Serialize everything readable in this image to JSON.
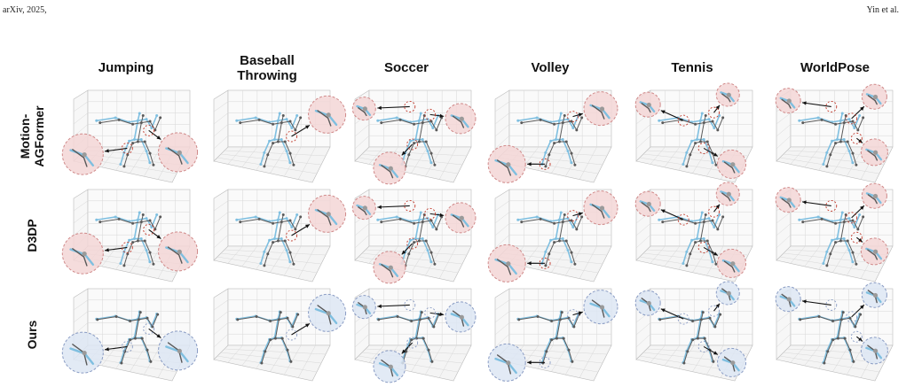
{
  "header": {
    "left": "arXiv, 2025,",
    "right": "Yin et al."
  },
  "columns": [
    [
      "Jumping"
    ],
    [
      "Baseball",
      "Throwing"
    ],
    [
      "Soccer"
    ],
    [
      "Volley"
    ],
    [
      "Tennis"
    ],
    [
      "WorldPose"
    ]
  ],
  "rows": [
    [
      "Motion-",
      "AGFormer"
    ],
    [
      "D3DP"
    ],
    [
      "Ours"
    ]
  ],
  "colors": {
    "prediction": "#5a5a5a",
    "ground_truth": "#7fbfe0",
    "error_zoom_fill": "#f3d6d6",
    "error_zoom_stroke": "#d08a8a",
    "ours_zoom_fill": "#dde6f3",
    "ours_zoom_stroke": "#8a9cc4",
    "highlight_dash": "#c0392b",
    "grid": "#d7d7d7"
  }
}
